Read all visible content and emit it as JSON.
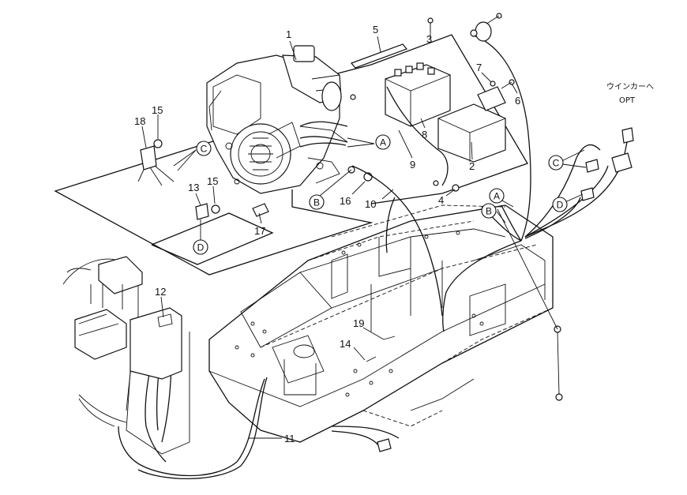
{
  "part_numbers": [
    "1",
    "2",
    "3",
    "4",
    "5",
    "6",
    "7",
    "8",
    "9",
    "10",
    "11",
    "12",
    "13",
    "14",
    "15",
    "15",
    "16",
    "17",
    "18",
    "19"
  ],
  "connector_labels": [
    "A",
    "A",
    "B",
    "B",
    "C",
    "C",
    "D",
    "D"
  ],
  "annotation": {
    "line1": "ウインカーへ",
    "line2": "OPT"
  }
}
